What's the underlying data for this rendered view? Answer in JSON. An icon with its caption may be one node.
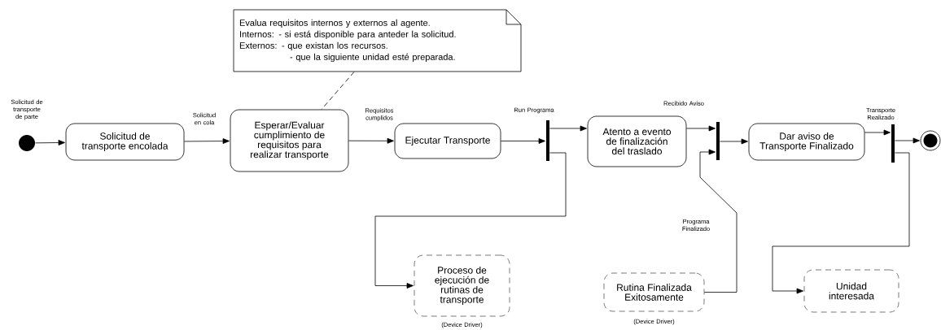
{
  "diagram": {
    "nodes": [
      {
        "text": [],
        "shape": "circle",
        "beside": [
          "Solicitud de transporte de parte"
        ]
      },
      {
        "text": [
          "Solicitud de transporte encolada"
        ]
      },
      {
        "text": [
          "Esperar/Evaluar cumplimiento de requisitos para realizar transporte"
        ]
      },
      {
        "text": [
          "Ejecutar Transporte"
        ]
      },
      {
        "text": [],
        "shape": "bar"
      },
      {
        "text": [
          "Atento a evento de finalización del traslado"
        ]
      },
      {
        "text": [],
        "shape": "bar"
      },
      {
        "text": [
          "Dar aviso de Transporte Finalizado"
        ]
      },
      {
        "text": [],
        "shape": "bar"
      },
      {
        "text": [],
        "shape": "bullseye"
      },
      {
        "text": [
          "Evalua requisitos internos y externos al agente.",
          "Internos:  - si está disponible para anteder la solicitud.",
          "Externos: - que existan los recursos.",
          "- que la siguiente unidad esté preparada."
        ]
      },
      {
        "text": [
          "Proceso de ejecución de rutinas de transporte"
        ],
        "beside": [
          "(Device Driver)"
        ]
      },
      {
        "text": [
          "Rutina Finalizada Exitosamente"
        ],
        "beside": [
          "(Device Driver)"
        ]
      },
      {
        "text": [
          "Unidad interesada"
        ]
      }
    ],
    "edges": [
      {
        "from": 0,
        "to": 1,
        "arrow": "to"
      },
      {
        "from": 1,
        "to": 2,
        "arrow": "to",
        "label": "Solicitud en cola"
      },
      {
        "from": 2,
        "to": 3,
        "arrow": "to",
        "label": "Requisitos cumplidos"
      },
      {
        "from": 3,
        "to": 4,
        "arrow": "to",
        "label": "Run Programa"
      },
      {
        "from": 4,
        "to": 5,
        "arrow": "to"
      },
      {
        "from": 4,
        "to": 11,
        "arrow": "to"
      },
      {
        "from": 5,
        "to": 6,
        "arrow": "to",
        "label": "Recibido Aviso"
      },
      {
        "from": 12,
        "to": 6,
        "arrow": "to",
        "label": "Programa Finalizado"
      },
      {
        "from": 6,
        "to": 7,
        "arrow": "to"
      },
      {
        "from": 7,
        "to": 8,
        "arrow": "to",
        "label": "Transporte Realizado"
      },
      {
        "from": 8,
        "to": 9,
        "arrow": "to"
      },
      {
        "from": 8,
        "to": 13,
        "arrow": "to"
      },
      {
        "from": 10,
        "to": 2,
        "arrow": "none",
        "style": "dashed"
      }
    ]
  }
}
